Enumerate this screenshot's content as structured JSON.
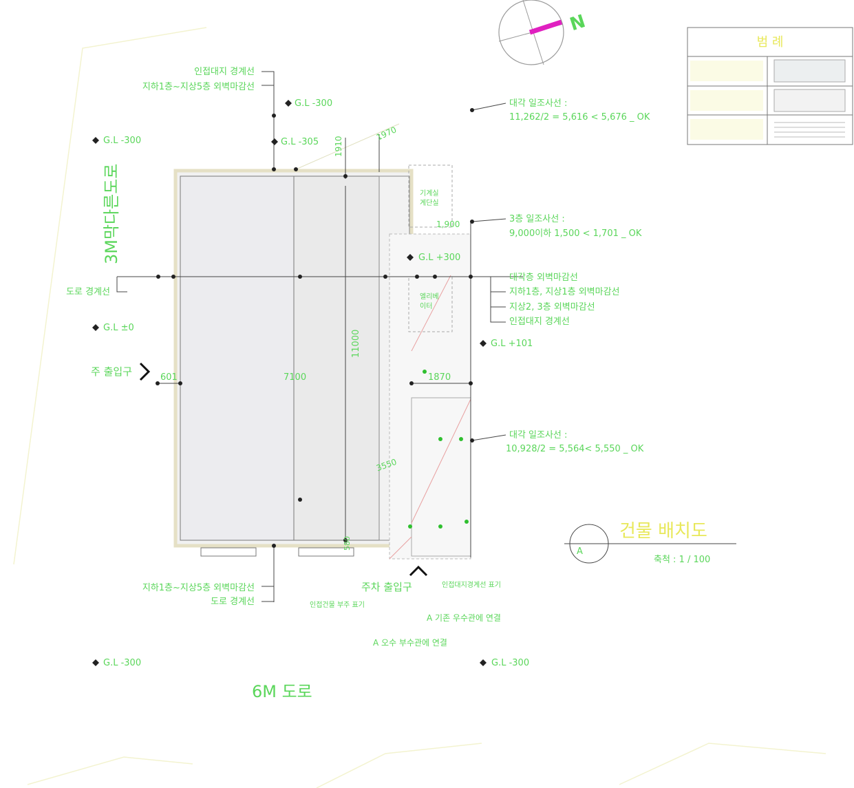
{
  "drawing": {
    "title": "건물 배치도",
    "scale": "축척 : 1 / 100",
    "section_mark": "A",
    "north_label": "N"
  },
  "roads": {
    "west": "3M막다른도로",
    "south": "6M 도로"
  },
  "legend": {
    "header": "범 례",
    "rows": [
      "",
      "",
      ""
    ]
  },
  "labels": {
    "top_left_1": "인접대지 경계선",
    "top_left_2": "지하1층~지상5층 외벽마감선",
    "road_boundary": "도로 경계선",
    "main_entrance": "주 출입구",
    "bottom_left_1": "지하1층~지상5층 외벽마감선",
    "bottom_left_2": "도로 경계선",
    "parking_entrance": "주차 출입구",
    "bottom_note_1": "인접대지경계선 표기",
    "bottom_note_2": "인접건물 부주 표기",
    "bottom_note_3": "A 기존 우수관에 연결",
    "bottom_note_4": "A 오수 부수관에 연결",
    "right_1a": "대각 일조사선 :",
    "right_1b": "11,262/2 = 5,616 < 5,676 _ OK",
    "right_2a": "3층 일조사선 :",
    "right_2b": "9,000이하 1,500 < 1,701 _ OK",
    "right_3a": "대각층 외벽마감선",
    "right_3b": "지하1층, 지상1층 외벽마감선",
    "right_3c": "지상2, 3층 외벽마감선",
    "right_3d": "인접대지 경계선",
    "right_4a": "대각 일조사선 :",
    "right_4b": "10,928/2 = 5,564< 5,550 _ OK"
  },
  "levels": {
    "gl1": "G.L -300",
    "gl2": "G.L -305",
    "gl3": "G.L -300",
    "gl4": "G.L ±0",
    "gl5": "G.L +300",
    "gl6": "G.L +101",
    "gl7": "G.L -300",
    "gl8": "G.L -300"
  },
  "dims": {
    "d1": "1910",
    "d2": "1970",
    "d3": "1,900",
    "d4": "601",
    "d5": "7100",
    "d6": "11000",
    "d7": "1870",
    "d8": "3550",
    "d9": "580"
  },
  "rooms": {
    "r1a": "기계실",
    "r1b": "계단실",
    "r2a": "엘리베",
    "r2b": "이터"
  }
}
